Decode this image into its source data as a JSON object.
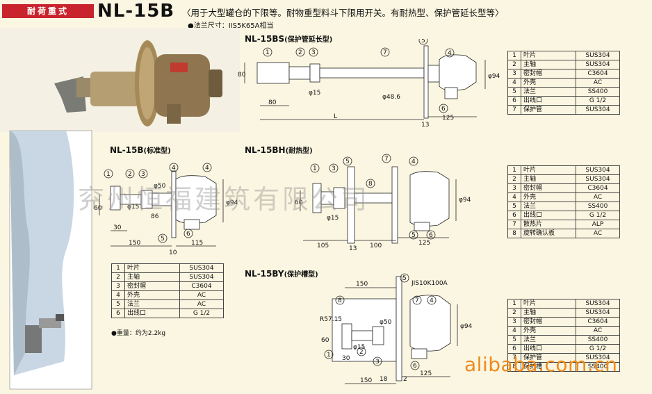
{
  "header": {
    "badge": "耐荷重式",
    "model": "NL-15B",
    "subtitle": "〈用于大型罐仓的下限等。耐物重型料斗下限用开关。有耐热型、保护管延长型等〉",
    "flange_note": "●法兰尺寸：JIS5K65A相当"
  },
  "variants": {
    "bs": {
      "title": "NL-15BS",
      "note": "(保护管延长型)"
    },
    "b": {
      "title": "NL-15B",
      "note": "(标准型)"
    },
    "bh": {
      "title": "NL-15BH",
      "note": "(耐热型)"
    },
    "by": {
      "title": "NL-15BY",
      "note": "(保护槽型)"
    }
  },
  "tables": {
    "bs": [
      [
        "1",
        "叶片",
        "SUS304"
      ],
      [
        "2",
        "主轴",
        "SUS304"
      ],
      [
        "3",
        "密封帽",
        "C3604"
      ],
      [
        "4",
        "外壳",
        "AC"
      ],
      [
        "5",
        "法兰",
        "SS400"
      ],
      [
        "6",
        "出线口",
        "G 1/2"
      ],
      [
        "7",
        "保护管",
        "SUS304"
      ]
    ],
    "b": [
      [
        "1",
        "叶片",
        "SUS304"
      ],
      [
        "2",
        "主轴",
        "SUS304"
      ],
      [
        "3",
        "密封帽",
        "C3604"
      ],
      [
        "4",
        "外壳",
        "AC"
      ],
      [
        "5",
        "法兰",
        "AC"
      ],
      [
        "6",
        "出线口",
        "G 1/2"
      ]
    ],
    "bh": [
      [
        "1",
        "叶片",
        "SUS304"
      ],
      [
        "2",
        "主轴",
        "SUS304"
      ],
      [
        "3",
        "密封帽",
        "C3604"
      ],
      [
        "4",
        "外壳",
        "AC"
      ],
      [
        "5",
        "法兰",
        "SS400"
      ],
      [
        "6",
        "出线口",
        "G 1/2"
      ],
      [
        "7",
        "散热片",
        "ALP"
      ],
      [
        "8",
        "旋转确认板",
        "AC"
      ]
    ],
    "by": [
      [
        "1",
        "叶片",
        "SUS304"
      ],
      [
        "2",
        "主轴",
        "SUS304"
      ],
      [
        "3",
        "密封帽",
        "C3604"
      ],
      [
        "4",
        "外壳",
        "AC"
      ],
      [
        "5",
        "法兰",
        "SS400"
      ],
      [
        "6",
        "出线口",
        "G 1/2"
      ],
      [
        "7",
        "保护管",
        "SUS304"
      ],
      [
        "8",
        "保护槽",
        "SS400"
      ]
    ]
  },
  "weight": "●重量：约为2.2kg",
  "dims": {
    "bs": {
      "d80v": "80",
      "d80h": "80",
      "phi15": "φ15",
      "phi486": "φ48.6",
      "L": "L",
      "d13": "13",
      "d125": "125",
      "phi94": "φ94"
    },
    "b": {
      "d60": "60",
      "phi15": "φ15",
      "phi50": "φ50",
      "d86": "86",
      "d30": "30",
      "d150": "150",
      "d10": "10",
      "d115": "115",
      "phi94": "φ94"
    },
    "bh": {
      "d60": "60",
      "phi15": "φ15",
      "d105": "105",
      "d100": "100",
      "d13": "13",
      "d125": "125",
      "phi94": "φ94"
    },
    "by": {
      "d150top": "150",
      "jis": "JIS10K100A",
      "r5715": "R57.15",
      "d60": "60",
      "phi15": "φ15",
      "phi50": "φ50",
      "d30": "30",
      "d150": "150",
      "d18": "18",
      "d2": "2",
      "d125": "125",
      "phi94": "φ94"
    }
  },
  "watermark": "兖州恒福建筑有限公司",
  "alibaba": "alibaba.com.cn"
}
